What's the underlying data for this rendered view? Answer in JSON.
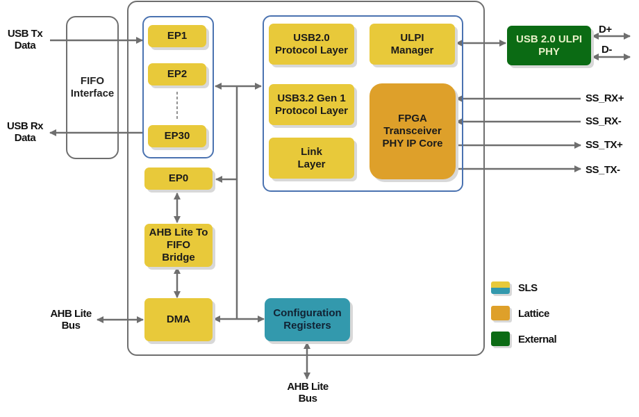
{
  "diagram": {
    "external_labels": {
      "usb_tx": "USB Tx\nData",
      "usb_rx": "USB Rx\nData",
      "ahb_left": "AHB Lite\nBus",
      "ahb_bottom": "AHB Lite\nBus",
      "d_plus": "D+",
      "d_minus": "D-",
      "ss_rx_plus": "SS_RX+",
      "ss_rx_minus": "SS_RX-",
      "ss_tx_plus": "SS_TX+",
      "ss_tx_minus": "SS_TX-"
    },
    "fifo_interface": "FIFO\nInterface",
    "endpoints": {
      "ep1": "EP1",
      "ep2": "EP2",
      "ep30": "EP30",
      "ep0": "EP0"
    },
    "blocks": {
      "ahb_bridge": "AHB Lite To\nFIFO\nBridge",
      "dma": "DMA",
      "config_registers": "Configuration\nRegisters",
      "usb2_protocol": "USB2.0\nProtocol Layer",
      "ulpi_manager": "ULPI\nManager",
      "usb32_protocol": "USB3.2 Gen 1\nProtocol Layer",
      "link_layer": "Link\nLayer",
      "fpga_transceiver": "FPGA\nTransceiver\nPHY IP Core",
      "ulpi_phy": "USB 2.0 ULPI\nPHY"
    },
    "legend": [
      {
        "label": "SLS",
        "colors": [
          "#e8c93a",
          "#3399ad"
        ]
      },
      {
        "label": "Lattice",
        "colors": [
          "#dea02a"
        ]
      },
      {
        "label": "External",
        "colors": [
          "#0b6b14"
        ]
      }
    ],
    "colors": {
      "sls_yellow": "#e8c93a",
      "sls_teal": "#3399ad",
      "lattice_orange": "#dea02a",
      "external_green": "#0b6b14",
      "wire": "#6e6e6e"
    }
  }
}
